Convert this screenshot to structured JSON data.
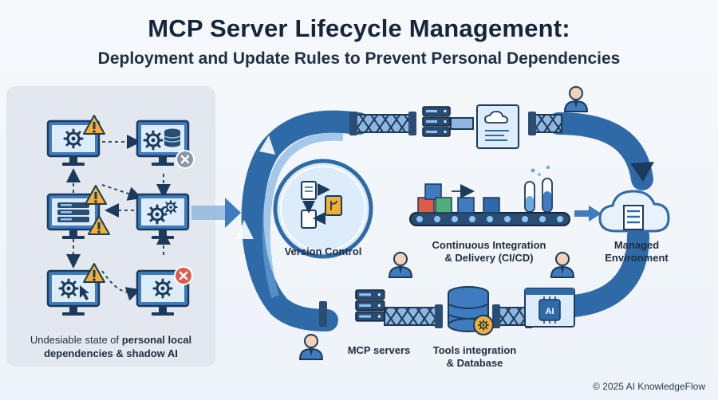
{
  "title": "MCP Server Lifecycle Management:",
  "subtitle": "Deployment and Update Rules to Prevent Personal Dependencies",
  "left_caption": {
    "line1_plain": "Undesiable state of ",
    "line1_bold": "personal local",
    "line2_bold": "dependencies & shadow AI"
  },
  "labels": {
    "version_control": "Version Control",
    "cicd_line1": "Continuous Integration",
    "cicd_line2": "& Delivery (CI/CD)",
    "managed_line1": "Managed",
    "managed_line2": "Environment",
    "mcp_servers": "MCP servers",
    "tools_line1": "Tools integration",
    "tools_line2": "& Database",
    "ai_badge": "AI"
  },
  "footer": "© 2025 AI KnowledgeFlow",
  "colors": {
    "primary_blue": "#2f6aa8",
    "light_blue": "#5a9bd8",
    "dark_navy": "#1b3a5c",
    "warning": "#f2b134",
    "error": "#e05a4a",
    "panel": "#e3e8ef"
  },
  "icons": [
    "monitor-gear-icon",
    "monitor-database-icon",
    "warning-icon",
    "error-x-icon",
    "document-flow-icon",
    "server-rack-icon",
    "cloud-document-icon",
    "cloud-server-icon",
    "test-tube-icon",
    "database-gear-icon",
    "person-icon",
    "conveyor-belt-icon"
  ]
}
